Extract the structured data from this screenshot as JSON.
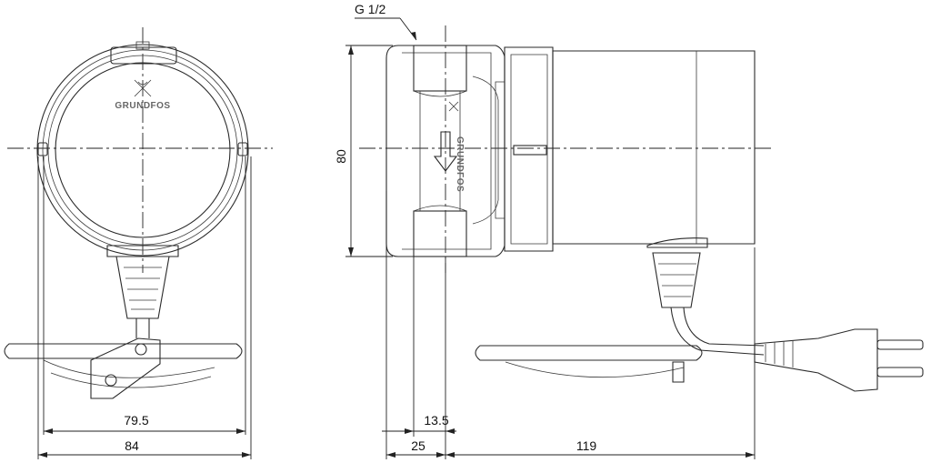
{
  "brand": "GRUNDFOS",
  "thread_label": "G 1/2",
  "dimensions": {
    "inner_width": "79.5",
    "outer_width": "84",
    "height": "80",
    "small_offset": "13.5",
    "port_depth": "25",
    "body_length": "119"
  }
}
